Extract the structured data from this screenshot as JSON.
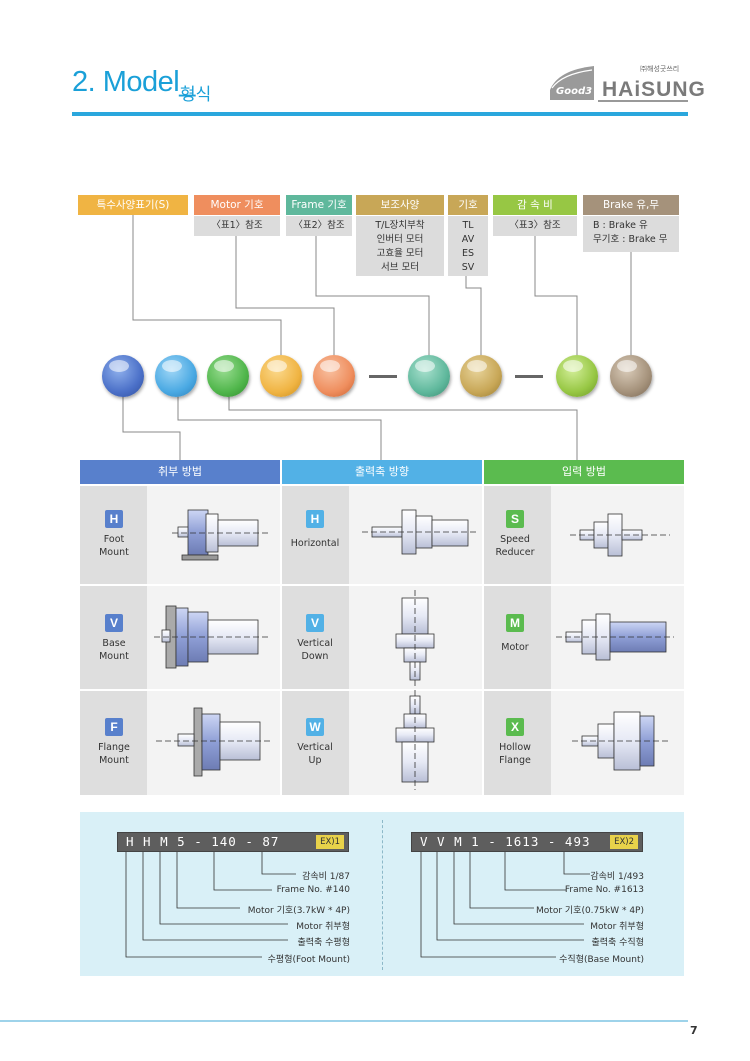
{
  "header": {
    "title": "2. Model_",
    "subtitle": "형식",
    "logo_company": "㈜해성굿쓰리",
    "logo_word": "HAiSUNG",
    "logo_good": "Good3"
  },
  "code_boxes": [
    {
      "label": "특수사양표기(S)",
      "color": "#f0b443",
      "sub": []
    },
    {
      "label": "Motor 기호",
      "color": "#ef8e5e",
      "sub": [
        "〈표1〉참조"
      ]
    },
    {
      "label": "Frame 기호",
      "color": "#5fb89c",
      "sub": [
        "〈표2〉참조"
      ]
    },
    {
      "label": "보조사양",
      "color": "#c8a757",
      "sub": [
        "T/L장치부착",
        "인버터 모터",
        "고효율 모터",
        "서브 모터"
      ]
    },
    {
      "label": "기호",
      "color": "#c8a757",
      "sub": [
        "TL",
        "AV",
        "ES",
        "SV"
      ]
    },
    {
      "label": "감 속 비",
      "color": "#97c744",
      "sub": [
        "〈표3〉참조"
      ]
    },
    {
      "label": "Brake 유,무",
      "color": "#a5927b",
      "sub": [
        "B : Brake 유",
        "무기호 : Brake 무"
      ]
    }
  ],
  "circles": [
    {
      "name": "circle-mounting",
      "color": "#4b70c8"
    },
    {
      "name": "circle-output",
      "color": "#4aa9e3"
    },
    {
      "name": "circle-input",
      "color": "#50b64b"
    },
    {
      "name": "circle-motor",
      "color": "#f0b443"
    },
    {
      "name": "circle-frame",
      "color": "#ef8e5e"
    },
    {
      "name": "circle-aux",
      "color": "#5fb89c"
    },
    {
      "name": "circle-aux-code",
      "color": "#c8a757"
    },
    {
      "name": "circle-ratio",
      "color": "#97c744"
    },
    {
      "name": "circle-brake",
      "color": "#a5927b"
    }
  ],
  "columns": [
    {
      "title": "취부 방법",
      "color": "#5880cc",
      "badge_color": "#5880cc",
      "rows": [
        {
          "code": "H",
          "label": [
            "Foot",
            "Mount"
          ]
        },
        {
          "code": "V",
          "label": [
            "Base",
            "Mount"
          ]
        },
        {
          "code": "F",
          "label": [
            "Flange",
            "Mount"
          ]
        }
      ]
    },
    {
      "title": "출력축 방향",
      "color": "#52b1e6",
      "badge_color": "#52b1e6",
      "rows": [
        {
          "code": "H",
          "label": [
            "Horizontal"
          ]
        },
        {
          "code": "V",
          "label": [
            "Vertical",
            "Down"
          ]
        },
        {
          "code": "W",
          "label": [
            "Vertical",
            "Up"
          ]
        }
      ]
    },
    {
      "title": "입력 방법",
      "color": "#5bbb4f",
      "badge_color": "#5bbb4f",
      "rows": [
        {
          "code": "S",
          "label": [
            "Speed",
            "Reducer"
          ]
        },
        {
          "code": "M",
          "label": [
            "Motor"
          ]
        },
        {
          "code": "X",
          "label": [
            "Hollow",
            "Flange"
          ]
        }
      ]
    }
  ],
  "examples": [
    {
      "code": "H H M 5 - 140 - 87",
      "tag": "EX)1",
      "labels": [
        "감속비 1/87",
        "Frame No. #140",
        "Motor 기호(3.7kW * 4P)",
        "Motor 취부형",
        "출력축 수평형",
        "수평형(Foot Mount)"
      ]
    },
    {
      "code": "V V M 1 - 1613 - 493",
      "tag": "EX)2",
      "labels": [
        "감속비 1/493",
        "Frame No. #1613",
        "Motor 기호(0.75kW * 4P)",
        "Motor 취부형",
        "출력축 수직형",
        "수직형(Base Mount)"
      ]
    }
  ],
  "page_number": "7"
}
